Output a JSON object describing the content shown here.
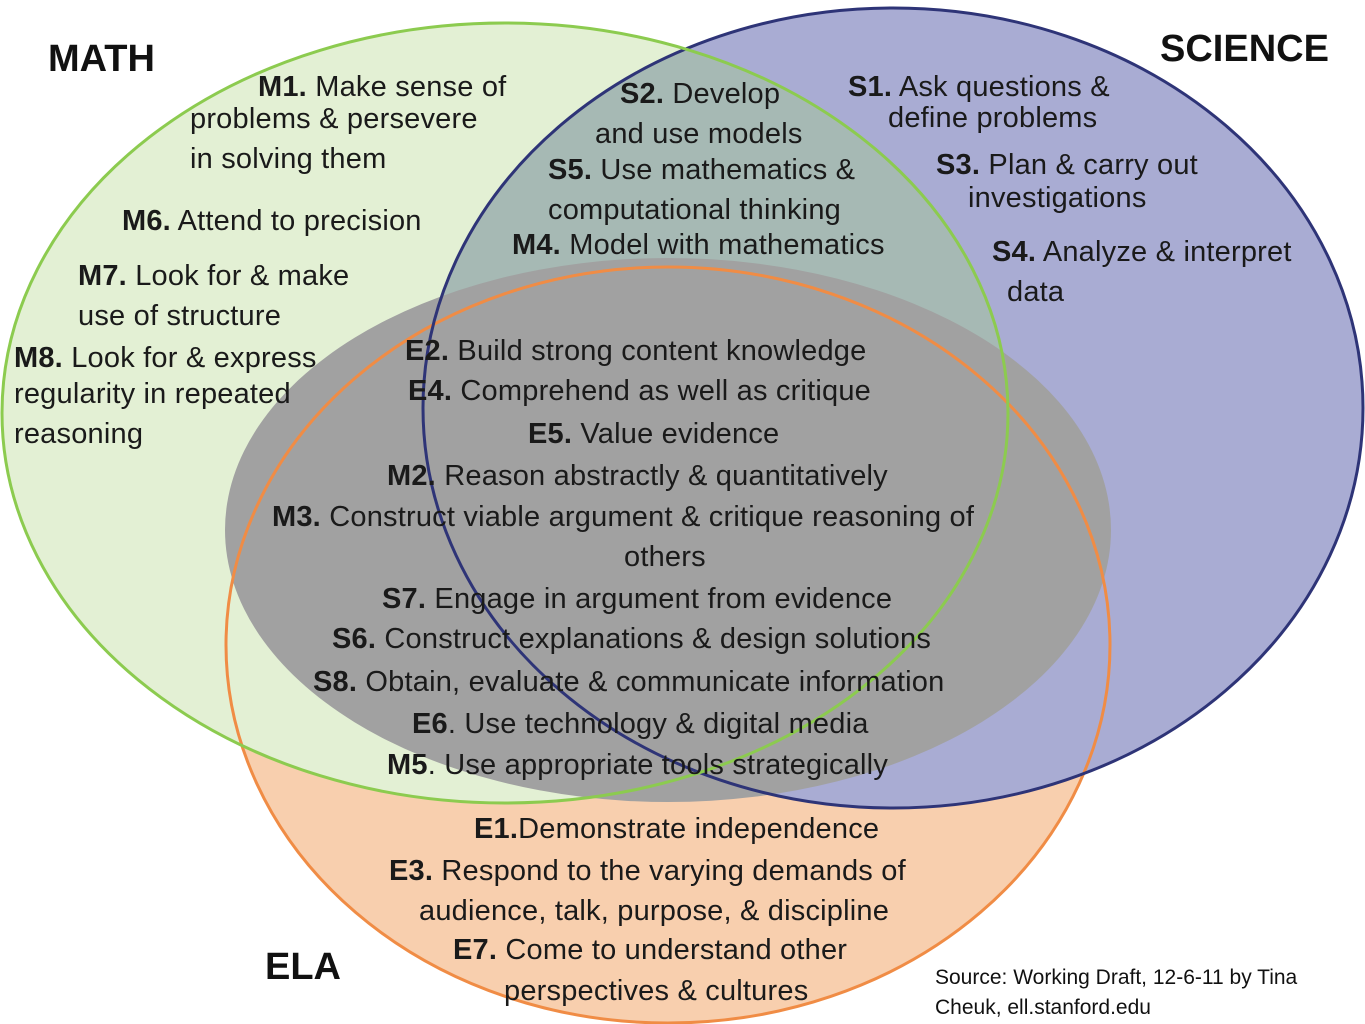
{
  "colors": {
    "math_fill": "#e3f0d4",
    "math_stroke": "#8ccb4f",
    "science_fill": "#a9acd3",
    "science_stroke": "#2e3477",
    "ela_fill": "#f8cfae",
    "ela_stroke": "#f08c45",
    "math_science_overlap": "#a6b9b4",
    "center_fill": "#a1a1a1"
  },
  "labels": {
    "math": "MATH",
    "science": "SCIENCE",
    "ela": "ELA"
  },
  "items": {
    "m1": {
      "code": "M1.",
      "lines": [
        "Make sense of",
        "problems & persevere",
        "in solving them"
      ]
    },
    "m6": {
      "code": "M6.",
      "lines": [
        "Attend to precision"
      ]
    },
    "m7": {
      "code": "M7.",
      "lines": [
        "Look for & make",
        "use of structure"
      ]
    },
    "m8": {
      "code": "M8.",
      "lines": [
        "Look for & express",
        "regularity in repeated",
        "reasoning"
      ]
    },
    "s2": {
      "code": "S2.",
      "lines": [
        "Develop",
        "and use models"
      ]
    },
    "s5": {
      "code": "S5.",
      "lines": [
        "Use mathematics &",
        "computational thinking"
      ]
    },
    "m4": {
      "code": "M4.",
      "lines": [
        "Model with mathematics"
      ]
    },
    "s1": {
      "code": "S1.",
      "lines": [
        "Ask questions &",
        "define problems"
      ]
    },
    "s3": {
      "code": "S3.",
      "lines": [
        "Plan & carry out",
        "investigations"
      ]
    },
    "s4": {
      "code": "S4.",
      "lines": [
        "Analyze & interpret",
        "data"
      ]
    },
    "e2": {
      "code": "E2.",
      "lines": [
        "Build strong content  knowledge"
      ]
    },
    "e4": {
      "code": "E4.",
      "lines": [
        "Comprehend as well as critique"
      ]
    },
    "e5": {
      "code": "E5.",
      "lines": [
        "Value evidence"
      ]
    },
    "m2": {
      "code": "M2.",
      "lines": [
        "Reason abstractly & quantitatively"
      ]
    },
    "m3": {
      "code": "M3.",
      "lines": [
        "Construct viable argument & critique reasoning of",
        "others"
      ]
    },
    "s7": {
      "code": "S7.",
      "lines": [
        "Engage in argument from evidence"
      ]
    },
    "s6": {
      "code": "S6.",
      "lines": [
        "Construct explanations & design solutions"
      ]
    },
    "s8": {
      "code": "S8.",
      "lines": [
        "Obtain, evaluate & communicate information"
      ]
    },
    "e6": {
      "code": "E6",
      "lines": [
        ". Use technology & digital media"
      ]
    },
    "m5": {
      "code": "M5",
      "lines": [
        ". Use appropriate tools strategically"
      ]
    },
    "e1": {
      "code": "E1.",
      "lines": [
        "Demonstrate independence"
      ]
    },
    "e3": {
      "code": "E3.",
      "lines": [
        "Respond to the varying demands of",
        "audience, talk, purpose, & discipline"
      ]
    },
    "e7": {
      "code": "E7.",
      "lines": [
        "Come to understand other",
        "perspectives & cultures"
      ]
    }
  },
  "source": {
    "line1": "Source: Working Draft, 12-6-11 by Tina",
    "line2": "Cheuk, ell.stanford.edu"
  }
}
